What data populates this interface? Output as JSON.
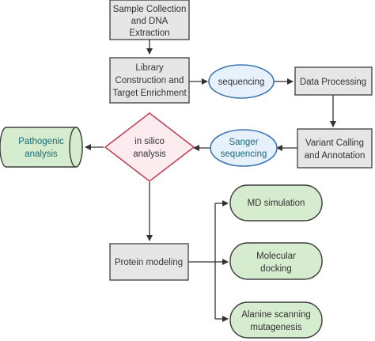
{
  "colors": {
    "box_fill": "#e6e6e6",
    "box_stroke": "#4a4a4a",
    "oval_fill": "#e7f1fb",
    "oval_stroke": "#3f77b5",
    "diamond_fill": "#fdecef",
    "diamond_stroke": "#c0435a",
    "green_fill": "#d6ecce",
    "green_stroke": "#3f3f3f",
    "arrow": "#333333"
  },
  "nodes": {
    "sample": {
      "line1": "Sample Collection",
      "line2": "and DNA",
      "line3": "Extraction"
    },
    "library": {
      "line1": "Library",
      "line2": "Construction and",
      "line3": "Target Enrichment"
    },
    "sequencing": {
      "line1": "sequencing"
    },
    "data_processing": {
      "line1": "Data Processing"
    },
    "variant": {
      "line1": "Variant Calling",
      "line2": "and Annotation"
    },
    "sanger": {
      "line1": "Sanger",
      "line2": "sequencing"
    },
    "in_silico": {
      "line1": "in silico",
      "line2": "analysis"
    },
    "pathogenic": {
      "line1": "Pathogenic",
      "line2": "analysis"
    },
    "protein": {
      "line1": "Protein modeling"
    },
    "md": {
      "line1": "MD simulation"
    },
    "docking": {
      "line1": "Molecular",
      "line2": "docking"
    },
    "alanine": {
      "line1": "Alanine scanning",
      "line2": "mutagenesis"
    }
  }
}
